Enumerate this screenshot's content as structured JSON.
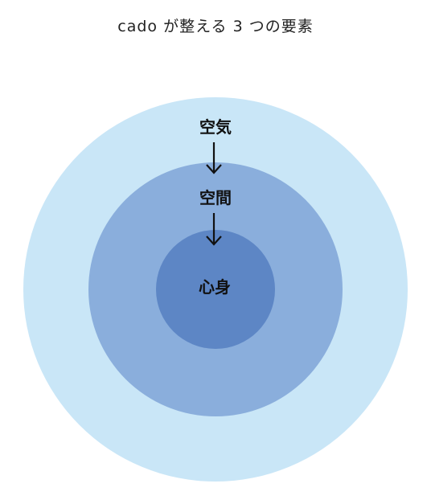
{
  "title": "cado が整える 3 つの要素",
  "layers": [
    {
      "label": "空気",
      "color": "#c9e6f7"
    },
    {
      "label": "空間",
      "color": "#8aaedc"
    },
    {
      "label": "心身",
      "color": "#5d86c5"
    }
  ],
  "arrow_color": "#111111"
}
